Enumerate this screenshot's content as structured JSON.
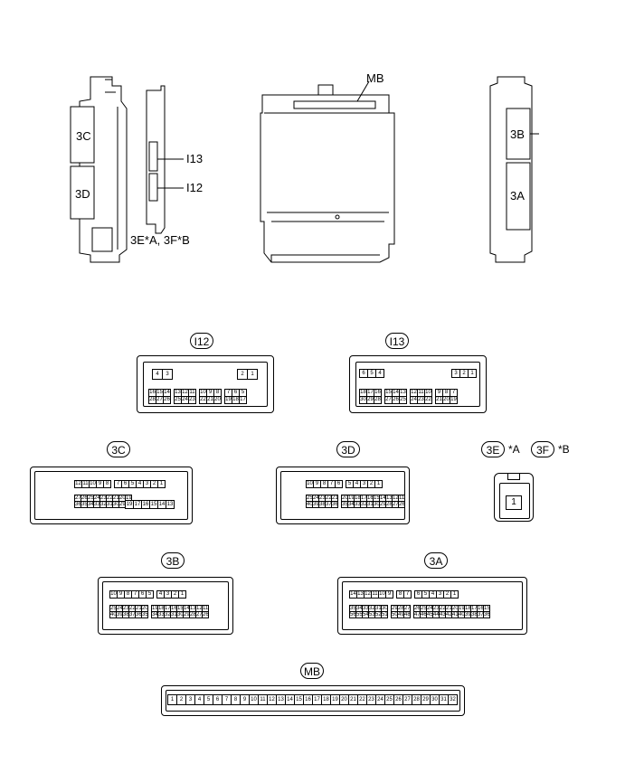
{
  "top": {
    "left_labels": {
      "c3c": "3C",
      "c3d": "3D",
      "i13": "I13",
      "i12": "I12",
      "c3e": "3E*A, 3F*B"
    },
    "center_label": "MB",
    "right_labels": {
      "c3b": "3B",
      "c3a": "3A"
    }
  },
  "connectors": {
    "i12": {
      "id": "I12",
      "r0": [
        "4",
        "3",
        "2",
        "1"
      ],
      "r1": [
        "16",
        "15",
        "14",
        "13",
        "12",
        "11",
        "10",
        "9",
        "8",
        "7",
        "6",
        "5"
      ],
      "r2": [
        "28",
        "27",
        "26",
        "25",
        "24",
        "23",
        "22",
        "21",
        "20",
        "19",
        "18",
        "17"
      ]
    },
    "i13": {
      "id": "I13",
      "r0": [
        "6",
        "5",
        "4",
        "3",
        "2",
        "1"
      ],
      "r1": [
        "18",
        "17",
        "16",
        "15",
        "14",
        "13",
        "12",
        "11",
        "10",
        "9",
        "8",
        "7"
      ],
      "r2": [
        "30",
        "29",
        "28",
        "27",
        "26",
        "25",
        "24",
        "23",
        "22",
        "21",
        "20",
        "19"
      ]
    },
    "c3c": {
      "id": "3C",
      "r0": [
        "12",
        "11",
        "10",
        "9",
        "8",
        "7",
        "6",
        "5",
        "4",
        "3",
        "2",
        "1"
      ],
      "r1": [
        "27",
        "26",
        "25",
        "24",
        "23",
        "22",
        "21",
        "20",
        "19"
      ],
      "r2": [
        "36",
        "35",
        "34",
        "33",
        "32",
        "31",
        "30",
        "29",
        "28"
      ],
      "r3": [
        "19",
        "17",
        "16",
        "15",
        "14",
        "13"
      ]
    },
    "c3d": {
      "id": "3D",
      "r0": [
        "10",
        "9",
        "8",
        "7",
        "6",
        "5",
        "4",
        "3",
        "2",
        "1"
      ],
      "r1": [
        "25",
        "24",
        "23",
        "22",
        "21",
        "20",
        "19",
        "18",
        "17",
        "16",
        "15",
        "14",
        "13",
        "12",
        "11"
      ],
      "r2": [
        "40",
        "39",
        "38",
        "37",
        "36",
        "35",
        "34",
        "33",
        "32",
        "31",
        "30",
        "29",
        "28",
        "27",
        "26"
      ]
    },
    "c3e": {
      "id_a": "3E",
      "suffix_a": "*A",
      "id_b": "3F",
      "suffix_b": "*B",
      "pin": "1"
    },
    "c3b": {
      "id": "3B",
      "r0": [
        "10",
        "9",
        "8",
        "7",
        "6",
        "5",
        "4",
        "3",
        "2",
        "1"
      ],
      "r1": [
        "25",
        "24",
        "23",
        "22",
        "21",
        "20",
        "19",
        "18",
        "17",
        "16",
        "15",
        "14",
        "13",
        "12",
        "11"
      ],
      "r2": [
        "40",
        "39",
        "38",
        "37",
        "36",
        "35",
        "34",
        "33",
        "32",
        "31",
        "30",
        "29",
        "28",
        "27",
        "26"
      ]
    },
    "c3a": {
      "id": "3A",
      "r0": [
        "14",
        "13",
        "12",
        "11",
        "10",
        "9",
        "8",
        "7",
        "6",
        "5",
        "4",
        "3",
        "2",
        "1"
      ],
      "r1": [
        "35",
        "34",
        "33",
        "32",
        "31",
        "30",
        "29",
        "28",
        "27",
        "26",
        "25",
        "24",
        "23",
        "22",
        "21",
        "20",
        "19",
        "18",
        "17",
        "16",
        "15"
      ],
      "r2": [
        "56",
        "55",
        "54",
        "53",
        "52",
        "51",
        "50",
        "49",
        "48",
        "47",
        "46",
        "45",
        "44",
        "43",
        "42",
        "41",
        "40",
        "39",
        "38",
        "37",
        "36"
      ]
    },
    "mb": {
      "id": "MB",
      "pins": [
        "1",
        "2",
        "3",
        "4",
        "5",
        "6",
        "7",
        "8",
        "9",
        "10",
        "11",
        "12",
        "13",
        "14",
        "15",
        "16",
        "17",
        "18",
        "19",
        "20",
        "21",
        "22",
        "23",
        "24",
        "25",
        "26",
        "27",
        "28",
        "29",
        "30",
        "31",
        "32"
      ]
    }
  }
}
